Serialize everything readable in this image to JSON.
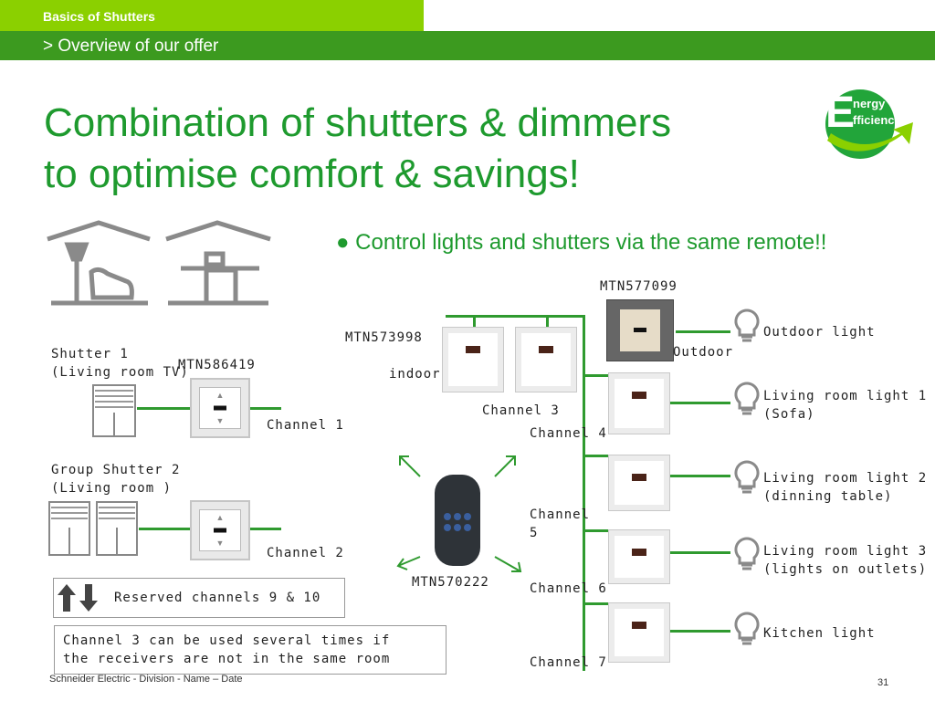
{
  "header": {
    "section": "Basics of Shutters",
    "subtitle": "> Overview of our offer"
  },
  "title": {
    "line1": "Combination of shutters & dimmers",
    "line2": "to optimise comfort & savings!"
  },
  "logo": {
    "line1": "nergy",
    "line2": "fficiency",
    "letter": "E",
    "icon": "energy-efficiency-logo"
  },
  "bullet": "Control lights and shutters via the same remote!!",
  "labels": {
    "mtn577099": "MTN577099",
    "mtn573998": "MTN573998",
    "indoor": "indoor",
    "outdoor": "Outdoor",
    "channel3": "Channel 3",
    "channel4": "Channel 4",
    "channel5a": "Channel",
    "channel5b": "5",
    "channel6": "Channel 6",
    "channel7": "Channel 7",
    "mtn570222": "MTN570222",
    "shutter1_line1": "Shutter 1",
    "shutter1_line2": "(Living room TV)",
    "mtn586419": "MTN586419",
    "channel1": "Channel 1",
    "group_line1": "Group Shutter 2",
    "group_line2": "(Living room )",
    "channel2": "Channel 2",
    "reserved": "Reserved channels  9 & 10",
    "note_line1": "Channel 3 can be used several times if",
    "note_line2": "the receivers are not in the same room"
  },
  "lights": [
    {
      "line1": "Outdoor light",
      "line2": ""
    },
    {
      "line1": "Living room light 1",
      "line2": "(Sofa)"
    },
    {
      "line1": "Living room light 2",
      "line2": "(dinning table)"
    },
    {
      "line1": "Living room light 3",
      "line2": "(lights on outlets)"
    },
    {
      "line1": "Kitchen light",
      "line2": ""
    }
  ],
  "footer": "Schneider Electric - Division - Name – Date",
  "page_number": "31",
  "colors": {
    "accent_light": "#8bd000",
    "accent_dark": "#3c9a1f",
    "title_green": "#1e9a2e",
    "line_green": "#2f9a2f"
  }
}
